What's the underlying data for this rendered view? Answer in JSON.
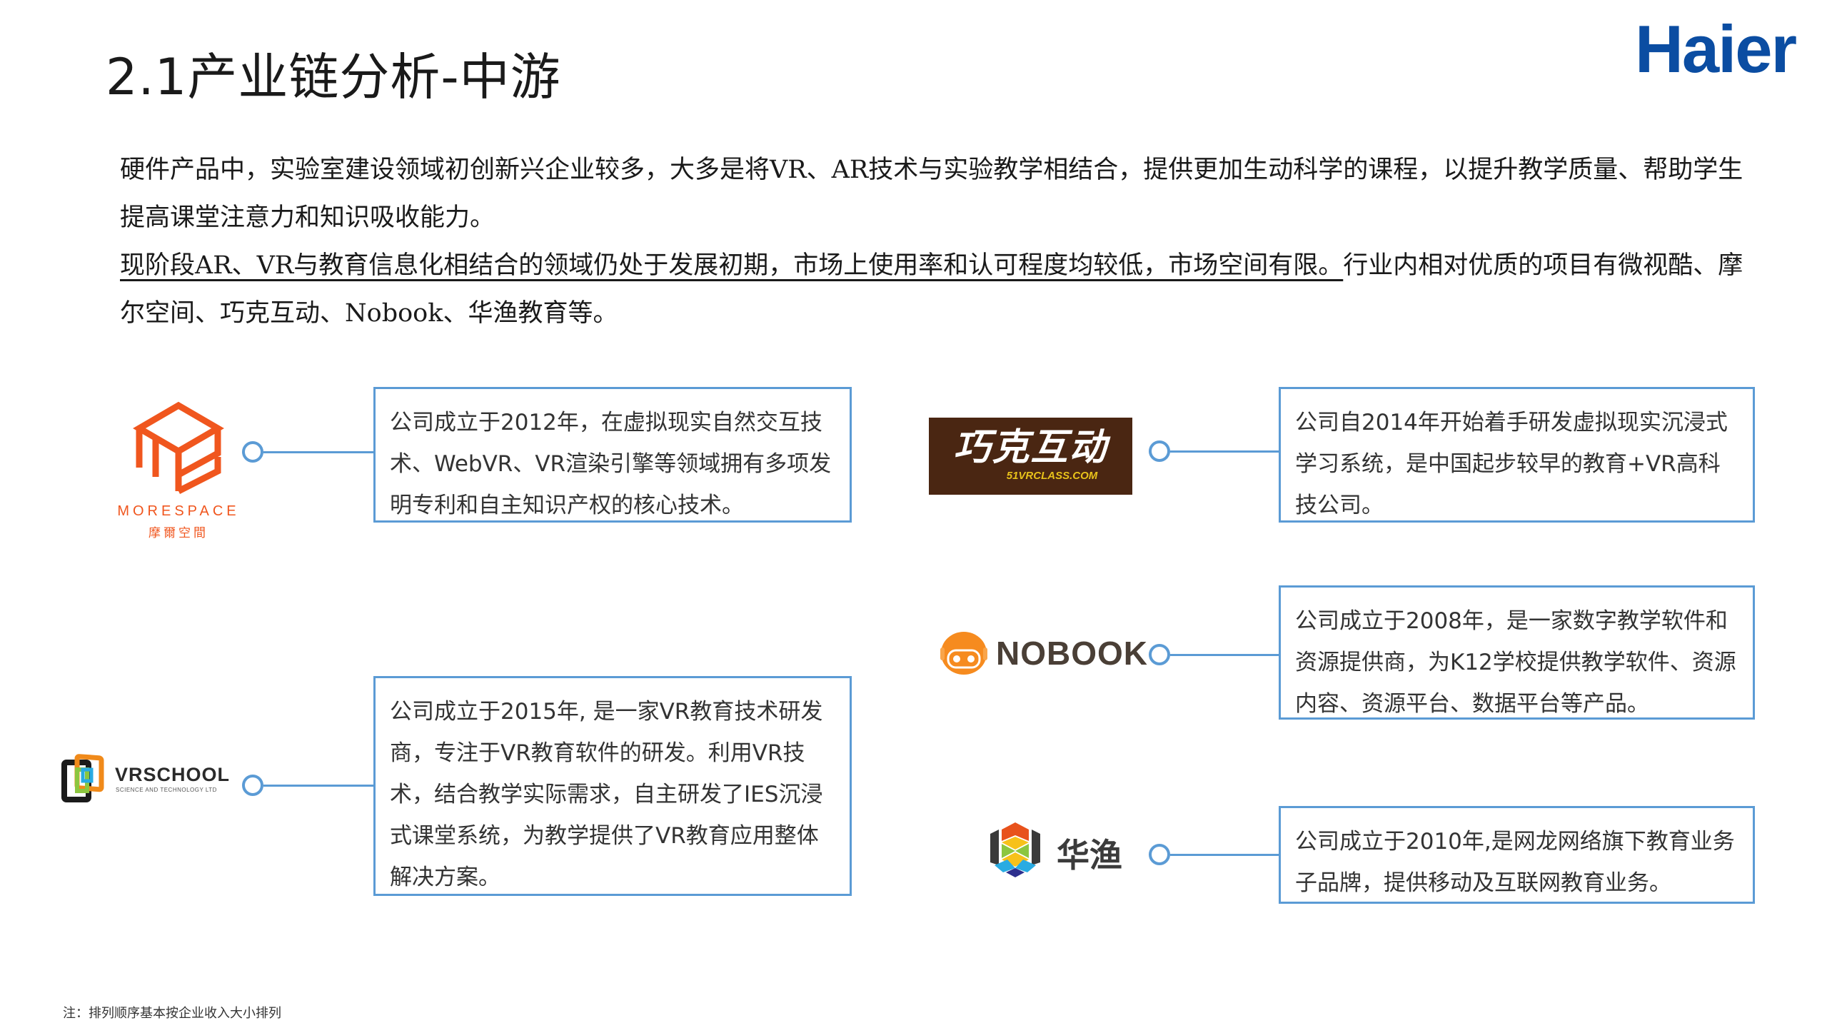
{
  "header": {
    "title": "2.1产业链分析-中游",
    "brand_logo": "Haier"
  },
  "intro": {
    "paragraph1": "硬件产品中，实验室建设领域初创新兴企业较多，大多是将VR、AR技术与实验教学相结合，提供更加生动科学的课程，以提升教学质量、帮助学生提高课堂注意力和知识吸收能力。",
    "paragraph2_underlined": "现阶段AR、VR与教育信息化相结合的领域仍处于发展初期，市场上使用率和认可程度均较低，市场空间有限。",
    "paragraph2_rest": "行业内相对优质的项目有微视酷、摩尔空间、巧克互动、Nobook、华渔教育等。"
  },
  "companies": [
    {
      "id": "morespace",
      "logo_text_en": "MORESPACE",
      "logo_text_cn": "摩爾空間",
      "logo_color": "#f0561e",
      "description": "公司成立于2012年，在虚拟现实自然交互技术、WebVR、VR渲染引擎等领域拥有多项发明专利和自主知识产权的核心技术。"
    },
    {
      "id": "qiaoke",
      "logo_text_cn": "巧克互动",
      "logo_text_en": "51VRCLASS.COM",
      "logo_bg": "#4a2612",
      "logo_accent": "#e8c21a",
      "description": "公司自2014年开始着手研发虚拟现实沉浸式学习系统，是中国起步较早的教育+VR高科技公司。"
    },
    {
      "id": "nobook",
      "logo_text_en": "NOBOOK",
      "logo_color": "#f68b1f",
      "description": "公司成立于2008年，是一家数字教学软件和资源提供商，为K12学校提供教学软件、资源内容、资源平台、数据平台等产品。"
    },
    {
      "id": "vrschool",
      "logo_text_en": "VRSCHOOL",
      "logo_subtext": "SCIENCE AND TECHNOLOGY LTD",
      "description": "公司成立于2015年, 是一家VR教育技术研发商，专注于VR教育软件的研发。利用VR技术，结合教学实际需求，自主研发了IES沉浸式课堂系统，为教学提供了VR教育应用整体解决方案。"
    },
    {
      "id": "huayu",
      "logo_text_cn": "华渔",
      "description": "公司成立于2010年,是网龙网络旗下教育业务子品牌，提供移动及互联网教育业务。"
    }
  ],
  "footnote": "注：排列顺序基本按企业收入大小排列",
  "colors": {
    "connector": "#5b9bd5",
    "haier_blue": "#0b4da2"
  }
}
